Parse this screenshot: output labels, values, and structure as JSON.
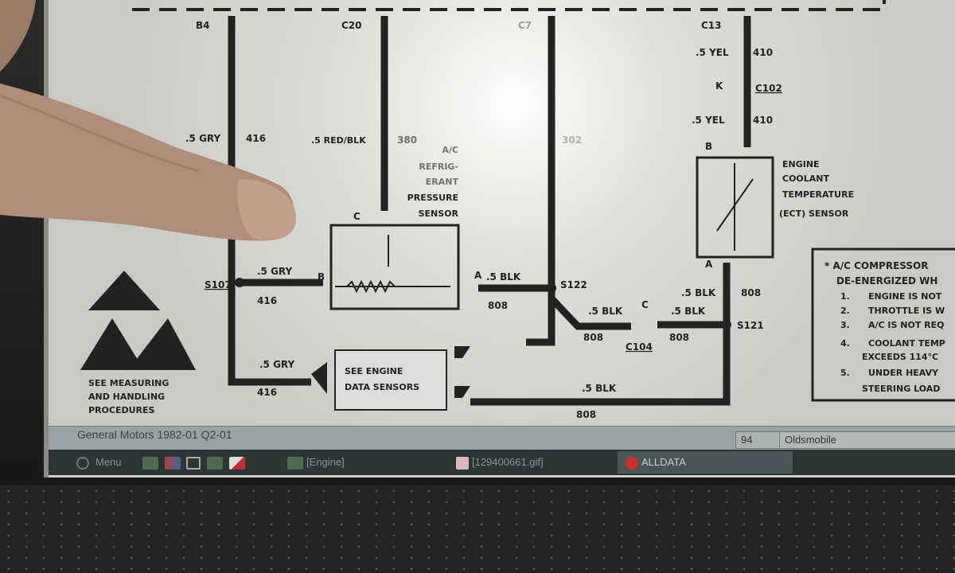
{
  "diagram": {
    "connectors": {
      "b4": "B4",
      "c20": "C20",
      "c7": "C7",
      "c13": "C13",
      "c102": "C102",
      "c104": "C104",
      "k": "K"
    },
    "wires": {
      "gry_416_top": ".5 GRY",
      "n416": "416",
      "redblk": ".5 RED/BLK",
      "n380": "380",
      "n302": "302",
      "yel_top": ".5 YEL",
      "n410a": "410",
      "yel_bot": ".5 YEL",
      "n410b": "410",
      "gry_b": ".5 GRY",
      "n416b": "416",
      "blk_a": ".5 BLK",
      "n808a": "808",
      "blk_s121": ".5 BLK",
      "n808b": "808",
      "blk_c104a": ".5 BLK",
      "n808c": "808",
      "blk_c104b": ".5 BLK",
      "n808d": "808",
      "gry_bottom": ".5 GRY",
      "n416c": "416",
      "blk_bottom": ".5 BLK",
      "n808e": "808"
    },
    "splices": {
      "s107": "S107",
      "s122": "S122",
      "s121": "S121"
    },
    "pins": {
      "c": "C",
      "b": "B",
      "a": "A",
      "b2": "B",
      "a2": "A",
      "c3": "C"
    },
    "ac_sensor": [
      "A/C",
      "REFRIG-",
      "ERANT",
      "PRESSURE",
      "SENSOR"
    ],
    "ect_sensor": [
      "ENGINE",
      "COOLANT",
      "TEMPERATURE",
      "(ECT) SENSOR"
    ],
    "engine_data_box": [
      "SEE ENGINE",
      "DATA SENSORS"
    ],
    "esd_caption": [
      "SEE MEASURING",
      "AND HANDLING",
      "PROCEDURES"
    ],
    "note": {
      "title": [
        "* A/C COMPRESSOR",
        "DE-ENERGIZED WH"
      ],
      "items": [
        {
          "num": "1.",
          "text": "ENGINE IS NOT"
        },
        {
          "num": "2.",
          "text": "THROTTLE IS W"
        },
        {
          "num": "3.",
          "text": "A/C IS NOT REQ"
        },
        {
          "num": "4.",
          "text": "COOLANT TEMP"
        },
        {
          "num": "",
          "text": "EXCEEDS 114°C"
        },
        {
          "num": "5.",
          "text": "UNDER HEAVY"
        },
        {
          "num": "",
          "text": "STEERING LOAD"
        }
      ]
    }
  },
  "statusbar": {
    "source": "General Motors 1982-01 Q2-01",
    "page": "94",
    "make": "Oldsmobile"
  },
  "taskbar": {
    "menu": "Menu",
    "engine": "[Engine]",
    "gif": "[129400661.gif]",
    "alldata": "ALLDATA"
  }
}
